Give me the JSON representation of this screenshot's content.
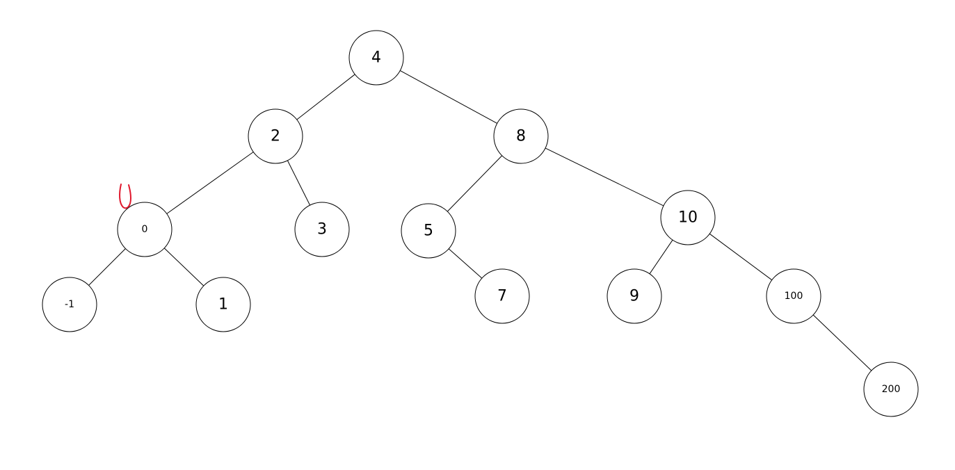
{
  "tree": {
    "nodes": [
      {
        "id": "n4",
        "label": "4"
      },
      {
        "id": "n2",
        "label": "2"
      },
      {
        "id": "n8",
        "label": "8"
      },
      {
        "id": "n0",
        "label": "0"
      },
      {
        "id": "n3",
        "label": "3"
      },
      {
        "id": "n5",
        "label": "5"
      },
      {
        "id": "n10",
        "label": "10"
      },
      {
        "id": "nm1",
        "label": "-1"
      },
      {
        "id": "n1",
        "label": "1"
      },
      {
        "id": "n7",
        "label": "7"
      },
      {
        "id": "n9",
        "label": "9"
      },
      {
        "id": "n100",
        "label": "100"
      },
      {
        "id": "n200",
        "label": "200"
      }
    ],
    "edges": [
      {
        "from": "n4",
        "to": "n2"
      },
      {
        "from": "n4",
        "to": "n8"
      },
      {
        "from": "n2",
        "to": "n0"
      },
      {
        "from": "n2",
        "to": "n3"
      },
      {
        "from": "n0",
        "to": "nm1"
      },
      {
        "from": "n0",
        "to": "n1"
      },
      {
        "from": "n8",
        "to": "n5"
      },
      {
        "from": "n8",
        "to": "n10"
      },
      {
        "from": "n5",
        "to": "n7"
      },
      {
        "from": "n10",
        "to": "n9"
      },
      {
        "from": "n10",
        "to": "n100"
      },
      {
        "from": "n100",
        "to": "n200"
      }
    ]
  },
  "annotation": {
    "target_node": "n0",
    "color": "#e0182d"
  }
}
